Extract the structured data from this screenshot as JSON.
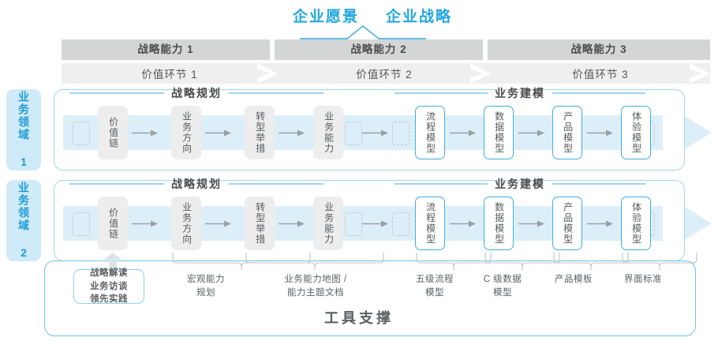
{
  "header": {
    "vision_label": "企业愿景",
    "strategy_label": "企业战略",
    "accent_color": "#22A7DF"
  },
  "capabilities": [
    {
      "label": "战略能力 1"
    },
    {
      "label": "战略能力 2"
    },
    {
      "label": "战略能力 3"
    }
  ],
  "value_chain": [
    {
      "label": "价值环节 1"
    },
    {
      "label": "价值环节 2"
    },
    {
      "label": "价值环节 3"
    }
  ],
  "domains": [
    {
      "label": "业务领域 1"
    },
    {
      "label": "业务领域 2"
    }
  ],
  "group_titles": {
    "planning": "战略规划",
    "modeling": "业务建模"
  },
  "rows": [
    {
      "nodes": [
        {
          "label": "价值链",
          "style": "grey"
        },
        {
          "label": "业务方向",
          "style": "grey"
        },
        {
          "label": "转型举措",
          "style": "grey"
        },
        {
          "label": "业务能力",
          "style": "grey"
        },
        {
          "label": "流程模型",
          "style": "blue"
        },
        {
          "label": "数据模型",
          "style": "blue"
        },
        {
          "label": "产品模型",
          "style": "blue"
        },
        {
          "label": "体验模型",
          "style": "blue"
        }
      ]
    },
    {
      "nodes": [
        {
          "label": "价值链",
          "style": "grey"
        },
        {
          "label": "业务方向",
          "style": "grey"
        },
        {
          "label": "转型举措",
          "style": "grey"
        },
        {
          "label": "业务能力",
          "style": "grey"
        },
        {
          "label": "流程模型",
          "style": "blue"
        },
        {
          "label": "数据模型",
          "style": "blue"
        },
        {
          "label": "产品模型",
          "style": "blue"
        },
        {
          "label": "体验模型",
          "style": "blue"
        }
      ]
    }
  ],
  "tools": {
    "title": "工具支撑",
    "chip": "战略解读\n业务访谈\n领先实践",
    "labels": [
      {
        "text": "宏观能力\n规划"
      },
      {
        "text": "业务能力地图 /\n能力主题文档"
      },
      {
        "text": "五级流程\n模型"
      },
      {
        "text": "C 级数据\n模型"
      },
      {
        "text": "产品模板"
      },
      {
        "text": "界面标准"
      }
    ]
  }
}
